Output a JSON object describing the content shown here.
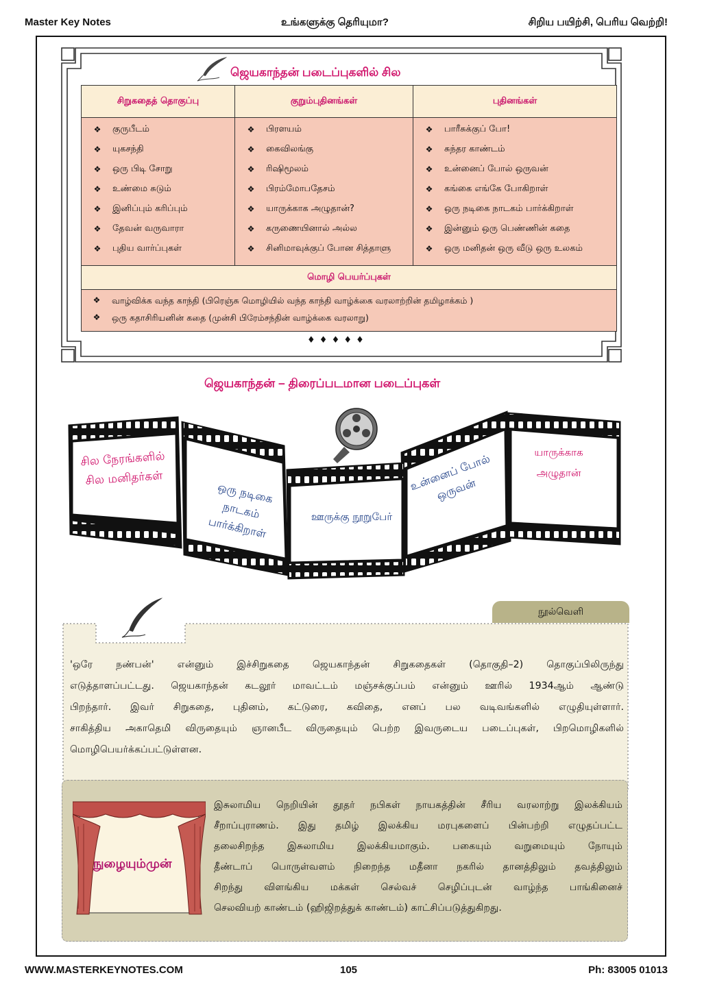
{
  "header": {
    "left": "Master Key Notes",
    "center": "உங்களுக்கு தெரியுமா?",
    "right": "சிறிய பயிற்சி, பெரிய வெற்றி!"
  },
  "footer": {
    "left": "WWW.MASTERKEYNOTES.COM",
    "center": "105",
    "right": "Ph: 83005 01013"
  },
  "works": {
    "title": "ஜெயகாந்தன் படைப்புகளில் சில",
    "columns": [
      {
        "header": "சிறுகதைத் தொகுப்பு",
        "items": [
          "குருபீடம்",
          "யுகசந்தி",
          "ஒரு பிடி சோறு",
          "உண்மை சுடும்",
          "இனிப்பும் கரிப்பும்",
          "தேவன் வருவாரா",
          "புதிய வார்ப்புகள்"
        ]
      },
      {
        "header": "குறும்புதினங்கள்",
        "items": [
          "பிரளயம்",
          "கைவிலங்கு",
          "ரிஷிமூலம்",
          "பிரம்மோபதேசம்",
          "யாருக்காக அழுதான்?",
          "கருணையினால் அல்ல",
          "சினிமாவுக்குப் போன சித்தாளு"
        ]
      },
      {
        "header": "புதினங்கள்",
        "items": [
          "பாரீசுக்குப் போ!",
          "சுந்தர காண்டம்",
          "உன்னைப் போல் ஒருவன்",
          "கங்கை எங்கே போகிறாள்",
          "ஒரு நடிகை நாடகம் பார்க்கிறாள்",
          "இன்னும் ஒரு பெண்ணின் கதை",
          "ஒரு மனிதன் ஒரு வீடு ஒரு உலகம்"
        ]
      }
    ],
    "translations_header": "மொழி பெயர்ப்புகள்",
    "translations": [
      "வாழ்விக்க வந்த காந்தி (பிரெஞ்சு மொழியில் வந்த காந்தி வாழ்க்கை வரலாற்றின் தமிழாக்கம் )",
      "ஒரு கதாசிரியனின் கதை (முன்சி பிரேம்சந்தின் வாழ்க்கை வரலாறு)"
    ],
    "bullet": "❖",
    "dots": "♦ ♦ ♦ ♦ ♦"
  },
  "films": {
    "title": "ஜெயகாந்தன் – திரைப்படமான படைப்புகள்",
    "frames": [
      "சில நேரங்களில் சில மனிதர்கள்",
      "ஒரு நடிகை நாடகம் பார்க்கிறாள்",
      "ஊருக்கு நூறுபேர்",
      "உன்னைப் போல் ஒருவன்",
      "யாருக்காக அழுதான்"
    ]
  },
  "noolveli": {
    "tab": "நூல்வெளி",
    "lines": [
      "'ஒரே நண்பன்' என்னும் இச்சிறுகதை ஜெயகாந்தன் சிறுகதைகள் (தொகுதி–2) தொகுப்பிலிருந்து",
      "எடுத்தாளப்பட்டது. ஜெயகாந்தன் கடலூர் மாவட்டம் மஞ்சக்குப்பம் என்னும் ஊரில் 1934ஆம் ஆண்டு",
      "பிறந்தார். இவர் சிறுகதை, புதினம், கட்டுரை, கவிதை, எனப் பல வடிவங்களில் எழுதியுள்ளார்.",
      "சாகித்திய அகாதெமி விருதையும் ஞானபீட விருதையும் பெற்ற இவருடைய படைப்புகள், பிறமொழிகளில்",
      "மொழிபெயர்க்கப்பட்டுள்ளன."
    ]
  },
  "intro": {
    "label": "நுழையும்முன்",
    "lines": [
      "இசுலாமிய நெறியின் தூதர் நபிகள் நாயகத்தின் சீரிய வரலாற்று இலக்கியம்",
      "சீறாப்புராணம். இது தமிழ் இலக்கிய மரபுகளைப் பின்பற்றி எழுதப்பட்ட",
      "தலைசிறந்த இசுலாமிய இலக்கியமாகும். பகையும் வறுமையும் நோயும்",
      "தீண்டாப் பொருள்வளம் நிறைந்த மதீனா நகரில் தானத்திலும் தவத்திலும்",
      "சிறந்து விளங்கிய மக்கள் செல்வச் செழிப்புடன் வாழ்ந்த பாங்கினைச்",
      "செலவியற் காண்டம் (ஹிஜிறத்துக் காண்டம்) காட்சிப்படுத்துகிறது."
    ]
  },
  "colors": {
    "accent": "#d0136b",
    "table_bg": "#f6c9b8",
    "header_bg": "#fbeed5",
    "box_bg": "#f4f0df",
    "tab_bg": "#b8b389",
    "film_text": "#1f3f86"
  }
}
